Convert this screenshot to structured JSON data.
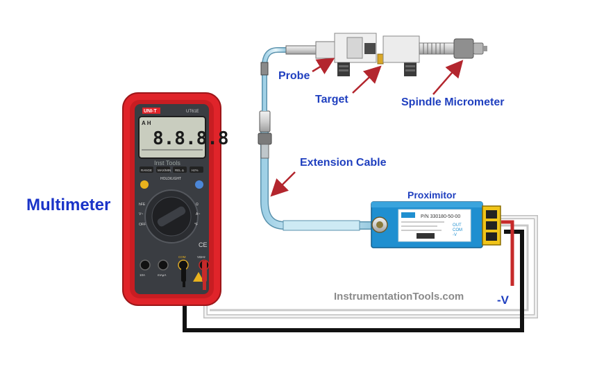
{
  "labels": {
    "multimeter": "Multimeter",
    "probe": "Probe",
    "target": "Target",
    "spindle_micrometer": "Spindle Micrometer",
    "extension_cable": "Extension Cable",
    "proximitor": "Proximitor",
    "minus_v": "-V"
  },
  "watermark": "InstrumentationTools.com",
  "multimeter": {
    "display": "8.8.8.8",
    "lcd_watermark": "Inst Tools",
    "brand_badge": "UNI-T",
    "model": "UT61E",
    "buttons": [
      "RANGE",
      "MAX/MIN",
      "REL Δ",
      "Hz%"
    ],
    "hold_label": "HOLD/LIGHT",
    "ports": [
      "10A",
      "mAμA",
      "COM",
      "VΩHz"
    ],
    "colors": {
      "body": "#e0242a",
      "panel": "#3a3d42",
      "lcd": "#c9cdbf"
    }
  },
  "proximitor": {
    "part_number": "P/N 330180-50-00",
    "terminals": [
      "OUT",
      "COM",
      "-V"
    ],
    "colors": {
      "body": "#1f8fd0"
    }
  },
  "colors": {
    "label_blue": "#1f3fbf",
    "arrow_red": "#b3262e",
    "wire_black": "#111111",
    "wire_red": "#c62a2a"
  }
}
